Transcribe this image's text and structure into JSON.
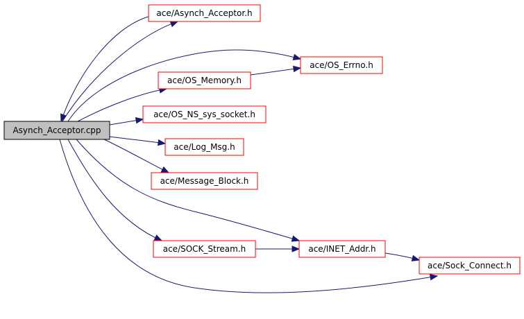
{
  "graph": {
    "root": "Asynch_Acceptor.cpp",
    "nodes": [
      {
        "id": "root",
        "label": "Asynch_Acceptor.cpp"
      },
      {
        "id": "asynch_acceptor_h",
        "label": "ace/Asynch_Acceptor.h"
      },
      {
        "id": "os_errno_h",
        "label": "ace/OS_Errno.h"
      },
      {
        "id": "os_memory_h",
        "label": "ace/OS_Memory.h"
      },
      {
        "id": "os_ns_sys_socket_h",
        "label": "ace/OS_NS_sys_socket.h"
      },
      {
        "id": "log_msg_h",
        "label": "ace/Log_Msg.h"
      },
      {
        "id": "message_block_h",
        "label": "ace/Message_Block.h"
      },
      {
        "id": "sock_stream_h",
        "label": "ace/SOCK_Stream.h"
      },
      {
        "id": "inet_addr_h",
        "label": "ace/INET_Addr.h"
      },
      {
        "id": "sock_connect_h",
        "label": "ace/Sock_Connect.h"
      }
    ],
    "edges": [
      {
        "from": "root",
        "to": "asynch_acceptor_h"
      },
      {
        "from": "asynch_acceptor_h",
        "to": "root"
      },
      {
        "from": "root",
        "to": "os_errno_h"
      },
      {
        "from": "root",
        "to": "os_memory_h"
      },
      {
        "from": "os_memory_h",
        "to": "os_errno_h"
      },
      {
        "from": "root",
        "to": "os_ns_sys_socket_h"
      },
      {
        "from": "root",
        "to": "log_msg_h"
      },
      {
        "from": "root",
        "to": "message_block_h"
      },
      {
        "from": "root",
        "to": "inet_addr_h"
      },
      {
        "from": "root",
        "to": "sock_stream_h"
      },
      {
        "from": "sock_stream_h",
        "to": "inet_addr_h"
      },
      {
        "from": "inet_addr_h",
        "to": "sock_connect_h"
      },
      {
        "from": "root",
        "to": "sock_connect_h"
      }
    ]
  }
}
